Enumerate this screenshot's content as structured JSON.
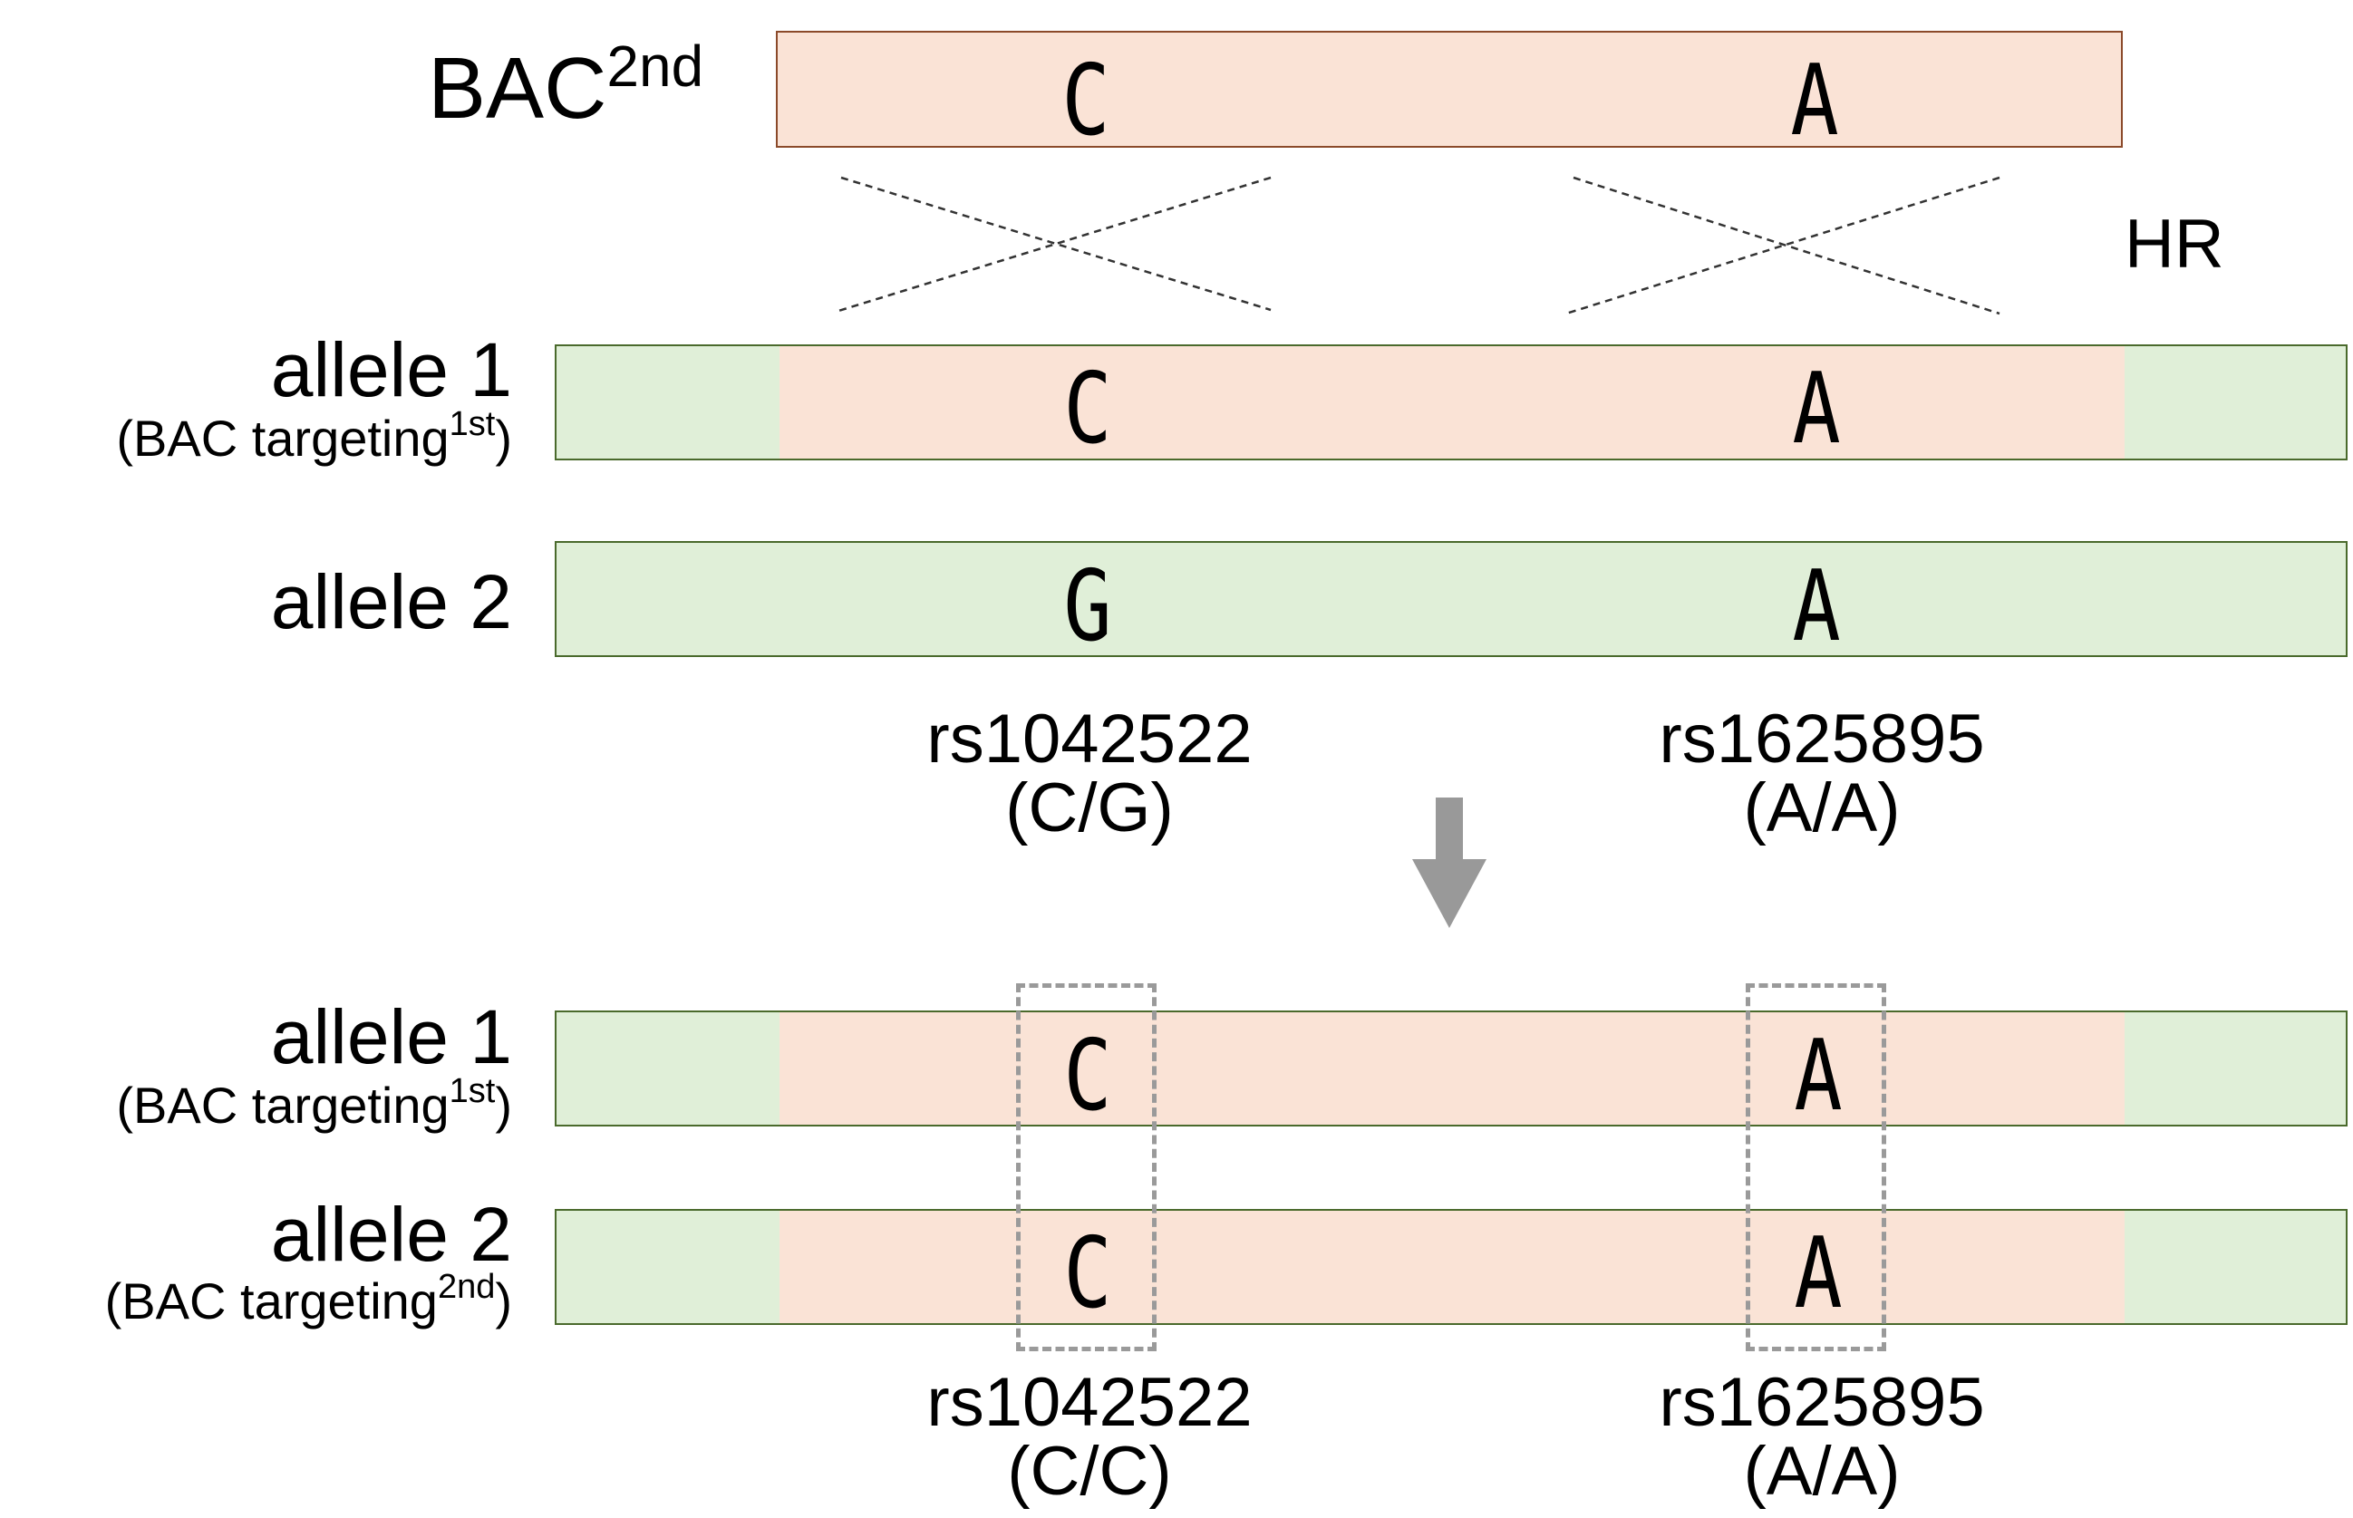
{
  "bac_top": {
    "label": "BAC",
    "label_sup": "2nd",
    "bases": [
      "C",
      "A"
    ]
  },
  "hr_label": "HR",
  "upper": {
    "allele1": {
      "label": "allele 1",
      "sub_prefix": "(BAC targeting",
      "sub_sup": "1st",
      "sub_suffix": ")",
      "bases": [
        "C",
        "A"
      ]
    },
    "allele2": {
      "label": "allele 2",
      "bases": [
        "G",
        "A"
      ]
    },
    "snps": [
      {
        "id": "rs1042522",
        "genotype": "(C/G)"
      },
      {
        "id": "rs1625895",
        "genotype": "(A/A)"
      }
    ]
  },
  "lower": {
    "allele1": {
      "label": "allele 1",
      "sub_prefix": "(BAC targeting",
      "sub_sup": "1st",
      "sub_suffix": ")",
      "bases": [
        "C",
        "A"
      ]
    },
    "allele2": {
      "label": "allele 2",
      "sub_prefix": "(BAC targeting",
      "sub_sup": "2nd",
      "sub_suffix": ")",
      "bases": [
        "C",
        "A"
      ]
    },
    "snps": [
      {
        "id": "rs1042522",
        "genotype": "(C/C)"
      },
      {
        "id": "rs1625895",
        "genotype": "(A/A)"
      }
    ]
  },
  "colors": {
    "genomic": "#e0efd8",
    "bac": "#fae3d6",
    "arrow": "#999999",
    "dashed_box": "#9a9a9a"
  }
}
